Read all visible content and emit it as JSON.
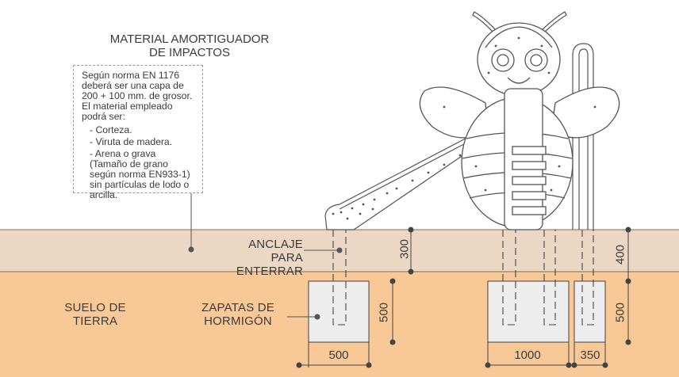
{
  "note": {
    "title_line1": "MATERIAL AMORTIGUADOR",
    "title_line2": "DE IMPACTOS",
    "paragraph": "Según norma EN 1176 deberá ser una capa de 200 + 100 mm. de grosor. El material empleado podrá ser:",
    "items": [
      "- Corteza.",
      "- Viruta de madera.",
      "- Arena o grava (Tamaño de grano según norma EN933-1) sin partículas de lodo o arcilla."
    ]
  },
  "labels": {
    "anchor_line1": "ANCLAJE",
    "anchor_line2": "PARA ENTERRAR",
    "soil_line1": "SUELO DE",
    "soil_line2": "TIERRA",
    "footings_line1": "ZAPATAS DE",
    "footings_line2": "HORMIGÓN"
  },
  "dimensions": {
    "layer_depth_left": "300",
    "layer_depth_right": "400",
    "footing_height_left": "500",
    "footing_height_right": "500",
    "footing_width_left": "500",
    "footing_width_center": "1000",
    "footing_width_right": "350"
  },
  "colors": {
    "impact_layer": "#ecd6c4",
    "soil": "#f8c896",
    "concrete": "#ededed",
    "line": "#444444"
  }
}
